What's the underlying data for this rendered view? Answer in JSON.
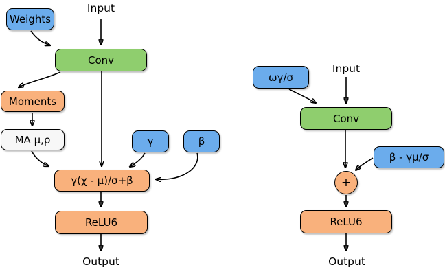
{
  "colors": {
    "blue": "#6bacec",
    "green": "#8fce6e",
    "orange": "#f9b17c",
    "white_node": "#f7f7f7",
    "border": "#000000",
    "arrow": "#000000"
  },
  "left_diagram": {
    "input_label": "Input",
    "output_label": "Output",
    "nodes": {
      "weights": {
        "label": "Weights"
      },
      "conv": {
        "label": "Conv"
      },
      "moments": {
        "label": "Moments"
      },
      "moving_average": {
        "label": "MA μ,ρ"
      },
      "gamma": {
        "label": "γ"
      },
      "beta": {
        "label": "β"
      },
      "bn_formula": {
        "label": "γ(χ - μ)/σ+β"
      },
      "relu": {
        "label": "ReLU6"
      }
    }
  },
  "right_diagram": {
    "input_label": "Input",
    "output_label": "Output",
    "nodes": {
      "folded_weights": {
        "label": "ωγ/σ"
      },
      "conv": {
        "label": "Conv"
      },
      "folded_bias": {
        "label": "β - γμ/σ"
      },
      "add": {
        "label": "+"
      },
      "relu": {
        "label": "ReLU6"
      }
    }
  }
}
